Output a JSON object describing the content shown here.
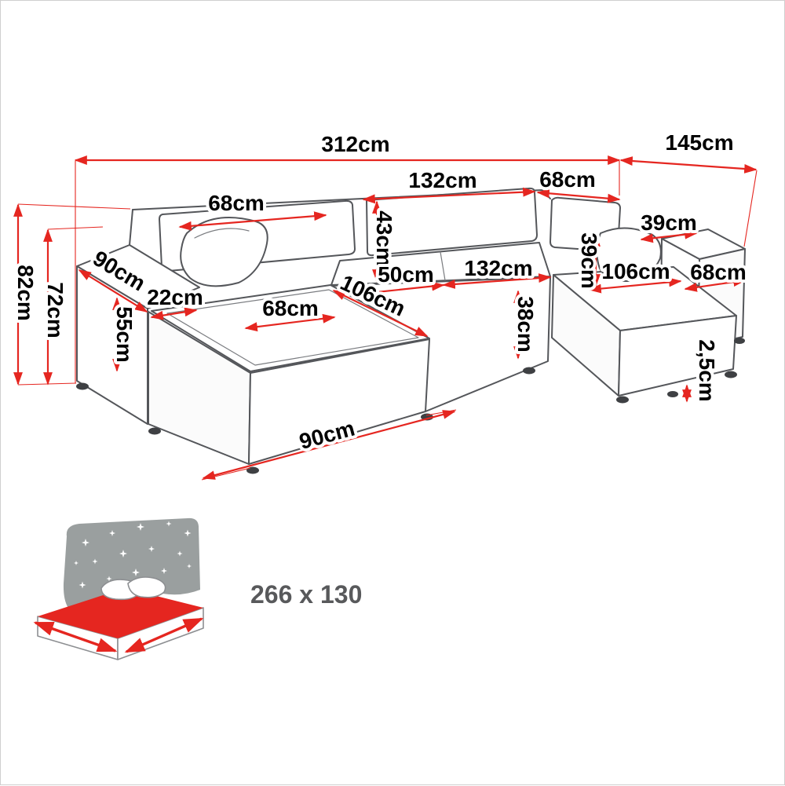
{
  "colors": {
    "dimension_red": "#e52620",
    "outline_gray": "#54565a",
    "icon_gray": "#9a9f9f",
    "label_black": "#000000",
    "icon_text_gray": "#58595b"
  },
  "labels": {
    "total_width": "312cm",
    "total_depth": "145cm",
    "back_center_width": "132cm",
    "back_right_width": "68cm",
    "back_left_width": "68cm",
    "backrest_height": "43cm",
    "right_pillow_width": "39cm",
    "right_backrest_height": "39cm",
    "left_armrest_length": "90cm",
    "armrest_width": "22cm",
    "left_chaise_length": "106cm",
    "seat_depth": "50cm",
    "seat_width": "132cm",
    "right_chaise_length": "106cm",
    "right_side_width": "68cm",
    "armrest_height": "55cm",
    "frame_height": "72cm",
    "total_height": "82cm",
    "left_seat_width": "68cm",
    "seat_front_height": "38cm",
    "foot_height": "2,5cm",
    "chaise_front_length": "90cm"
  },
  "icon": {
    "size_text": "266 x 130"
  }
}
